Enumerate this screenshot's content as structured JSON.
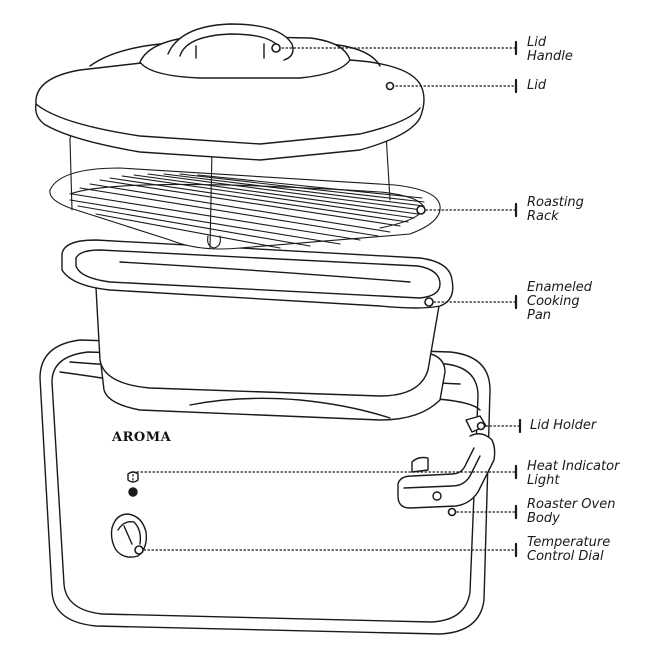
{
  "brand": "AROMA",
  "parts": [
    {
      "id": "lid-handle",
      "lines": [
        "Lid",
        "Handle"
      ]
    },
    {
      "id": "lid",
      "lines": [
        "Lid"
      ]
    },
    {
      "id": "roasting-rack",
      "lines": [
        "Roasting",
        "Rack"
      ]
    },
    {
      "id": "enameled-cooking-pan",
      "lines": [
        "Enameled",
        "Cooking",
        "Pan"
      ]
    },
    {
      "id": "lid-holder",
      "lines": [
        "Lid Holder"
      ]
    },
    {
      "id": "heat-indicator-light",
      "lines": [
        "Heat Indicator",
        "Light"
      ]
    },
    {
      "id": "roaster-oven-body",
      "lines": [
        "Roaster Oven",
        "Body"
      ]
    },
    {
      "id": "temperature-control-dial",
      "lines": [
        "Temperature",
        "Control Dial"
      ]
    }
  ]
}
